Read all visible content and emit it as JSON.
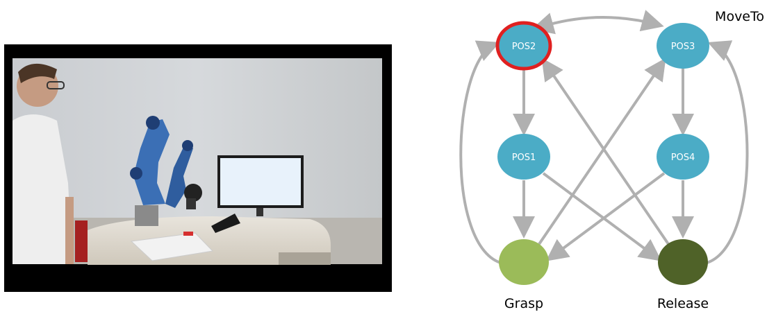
{
  "photo": {
    "description_icon": "robot-demo-photo"
  },
  "diagram": {
    "corner_label": "MoveTo",
    "nodes": {
      "pos1": "POS1",
      "pos2": "POS2",
      "pos3": "POS3",
      "pos4": "POS4"
    },
    "captions": {
      "grasp": "Grasp",
      "release": "Release"
    },
    "highlighted_node": "POS2",
    "colors": {
      "pos_node": "#4bacc6",
      "grasp_node": "#9bbb59",
      "release_node": "#4f6228",
      "highlight_ring": "#e02020",
      "edge": "#b0b0b0"
    }
  }
}
